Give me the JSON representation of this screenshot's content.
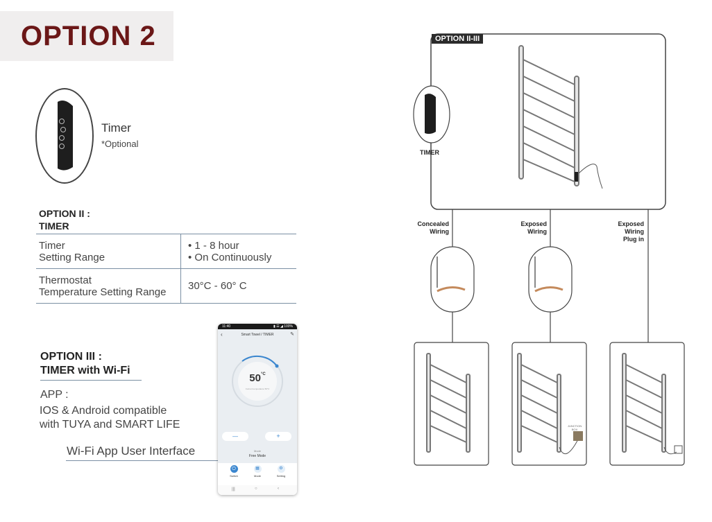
{
  "header": {
    "title": "OPTION 2"
  },
  "timer_card": {
    "label": "Timer",
    "note": "*Optional"
  },
  "option2": {
    "heading_line1": "OPTION II :",
    "heading_line2": "TIMER",
    "rows": [
      {
        "label_line1": "Timer",
        "label_line2": "Setting Range",
        "value_line1": "• 1 - 8 hour",
        "value_line2": "• On Continuously"
      },
      {
        "label_line1": "Thermostat",
        "label_line2": "Temperature Setting Range",
        "value_line1": "30°C - 60° C",
        "value_line2": ""
      }
    ]
  },
  "option3": {
    "heading_line1": "OPTION III :",
    "heading_line2": "TIMER with Wi-Fi",
    "app_label": "APP :",
    "compat_line1": "IOS & Android compatible",
    "compat_line2": "with TUYA and SMART LIFE",
    "ui_caption": "Wi-Fi App User Interface"
  },
  "phone": {
    "status_time": "11:40",
    "status_icons": "▮ ☰ ◢ 100%",
    "title": "Smart Towel / TIMER",
    "temperature": "50",
    "unit": "°C",
    "dial_subtext": "Current temperature 50°C",
    "minus": "—",
    "plus": "+",
    "mode_label": "Mode",
    "mode_value": "Free Mode",
    "nav_items": [
      {
        "label": "Switch",
        "icon": "power-icon"
      },
      {
        "label": "Mode",
        "icon": "grid-icon"
      },
      {
        "label": "Setting",
        "icon": "gear-icon"
      }
    ],
    "android_nav": [
      "|||",
      "○",
      "‹"
    ]
  },
  "diagram": {
    "tag": "OPTION II-III",
    "timer_label": "TIMER",
    "wiring": [
      {
        "line1": "Concealed",
        "line2": "Wiring",
        "line3": ""
      },
      {
        "line1": "Exposed",
        "line2": "Wiring",
        "line3": ""
      },
      {
        "line1": "Exposed",
        "line2": "Wiring",
        "line3": "Plug in"
      }
    ],
    "junction_label_line1": "JUNCTION",
    "junction_label_line2": "BOX"
  }
}
